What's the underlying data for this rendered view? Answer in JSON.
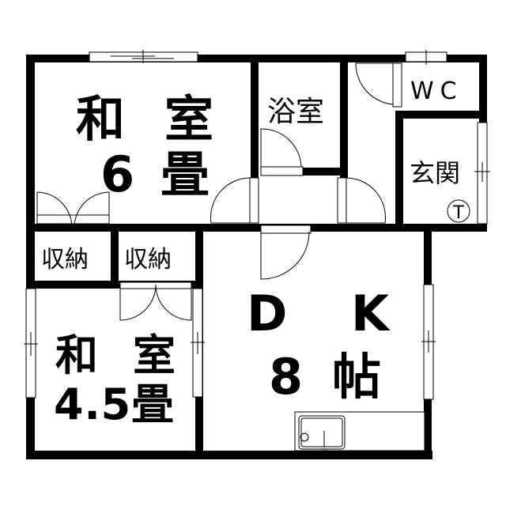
{
  "rooms": {
    "washitsu6": {
      "line1": "和　室",
      "size_num": "6",
      "size_unit": "畳"
    },
    "washitsu45": {
      "line1": "和　室",
      "size": "4.5畳"
    },
    "dk": {
      "line1": "D　K",
      "size_num": "8",
      "size_unit": "帖"
    },
    "bath": "浴室",
    "wc": "WC",
    "entrance": "玄関",
    "closet1": "収納",
    "closet2": "収納"
  },
  "symbols": {
    "phone_terminal": "T"
  },
  "colors": {
    "wall": "#000000",
    "background": "#ffffff"
  }
}
